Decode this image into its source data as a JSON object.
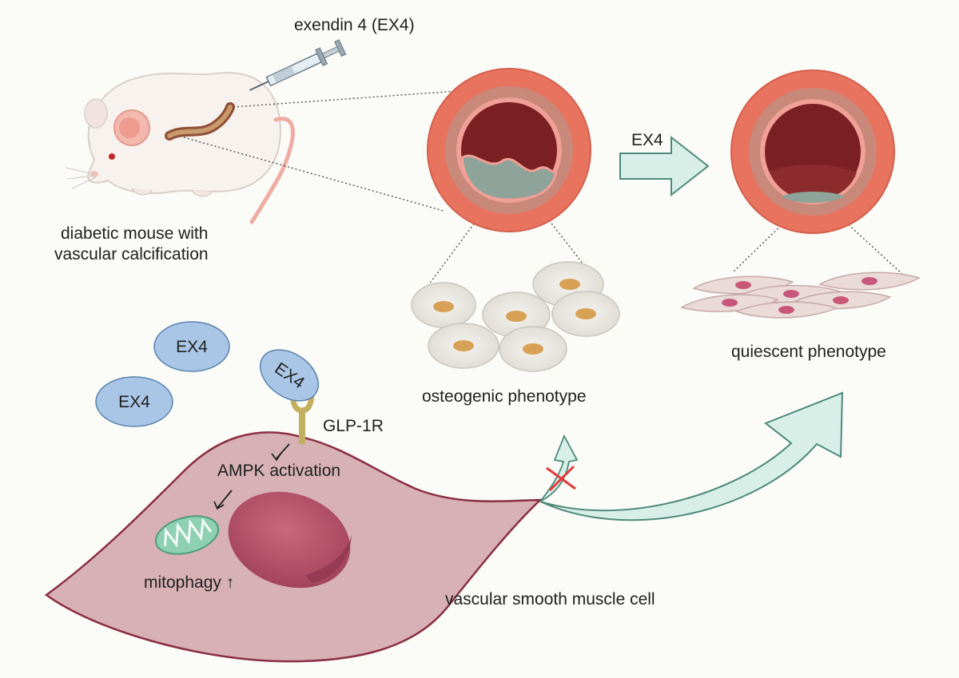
{
  "labels": {
    "drug": "exendin 4 (EX4)",
    "mouse_line1": "diabetic mouse with",
    "mouse_line2": "vascular calcification",
    "arrow": "EX4",
    "osteogenic": "osteogenic phenotype",
    "quiescent": "quiescent phenotype",
    "ex4_a": "EX4",
    "ex4_b": "EX4",
    "ex4_bound": "EX4",
    "receptor": "GLP-1R",
    "ampk": "AMPK activation",
    "mitophagy": "mitophagy ↑",
    "cell": "vascular smooth muscle cell"
  },
  "colors": {
    "vessel_outer": "#e8735e",
    "vessel_lumen": "#7a1f22",
    "calcification": "#8ea399",
    "arrow_fill": "#d7efe6",
    "arrow_stroke": "#4e8a7c",
    "molecule": "#a9c6e6",
    "cell_body": "#d7b1b5",
    "cell_border": "#8b2e42",
    "nucleus": "#b8566d",
    "mitochondria": "#8fd0b3",
    "block_x": "#e23a3a"
  }
}
